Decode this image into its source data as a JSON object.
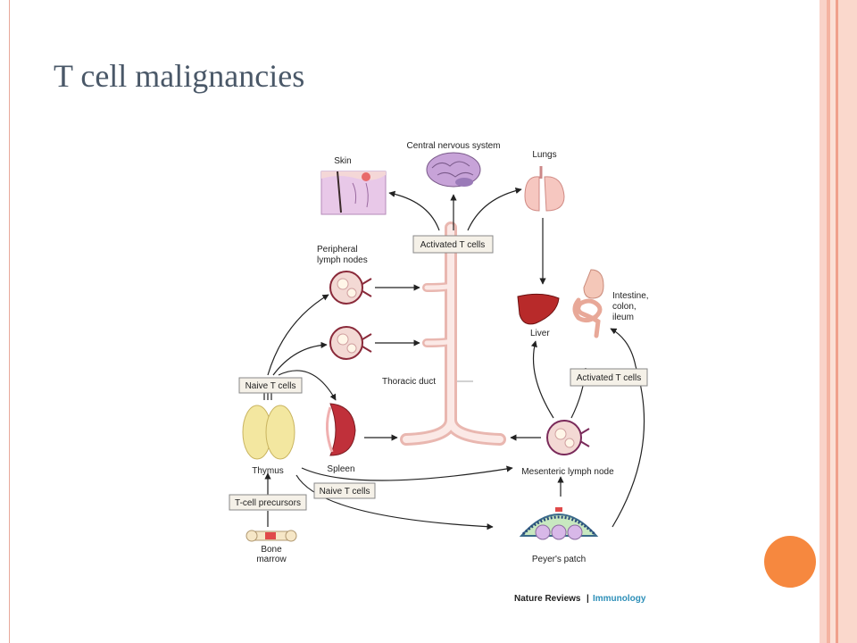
{
  "slide": {
    "title": "T cell malignancies"
  },
  "diagram": {
    "labels": {
      "skin": "Skin",
      "cns": "Central nervous system",
      "lungs": "Lungs",
      "peripheral_line1": "Peripheral",
      "peripheral_line2": "lymph nodes",
      "liver": "Liver",
      "intestine_line1": "Intestine,",
      "intestine_line2": "colon,",
      "intestine_line3": "ileum",
      "thoracic_duct": "Thoracic duct",
      "thymus": "Thymus",
      "spleen": "Spleen",
      "mesenteric": "Mesenteric lymph node",
      "bone_line1": "Bone",
      "bone_line2": "marrow",
      "peyers": "Peyer's patch"
    },
    "boxes": {
      "activated_top": "Activated T cells",
      "activated_right": "Activated T cells",
      "naive_left": "Naive T cells",
      "naive_bottom": "Naive T cells",
      "precursors": "T-cell precursors"
    },
    "credit": {
      "journal": "Nature Reviews",
      "separator": "|",
      "section": "Immunology"
    }
  },
  "colors": {
    "accent_circle": "#f6883f",
    "frame": "#e8a89a",
    "title": "#4a5868",
    "credit_section": "#2d8fb8"
  }
}
